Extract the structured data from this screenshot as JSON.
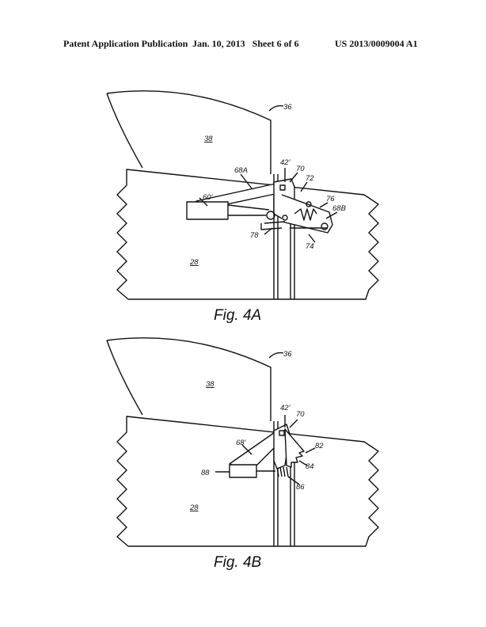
{
  "header": {
    "publication": "Patent Application Publication",
    "date_sheet": "Jan. 10, 2013   Sheet 6 of 6",
    "number": "US 2013/0009004 A1"
  },
  "figures": [
    {
      "caption": "Fig. 4A",
      "labels": {
        "l36": "36",
        "l38": "38",
        "l28": "28",
        "l42": "42'",
        "l70": "70",
        "l68a": "68A",
        "l60": "60'",
        "l72": "72",
        "l76": "76",
        "l68b": "68B",
        "l78": "78",
        "l74": "74"
      }
    },
    {
      "caption": "Fig. 4B",
      "labels": {
        "l36": "36",
        "l38": "38",
        "l28": "28",
        "l42": "42'",
        "l70": "70",
        "l68": "68'",
        "l82": "82",
        "l84": "84",
        "l86": "86",
        "l88": "88"
      }
    }
  ]
}
